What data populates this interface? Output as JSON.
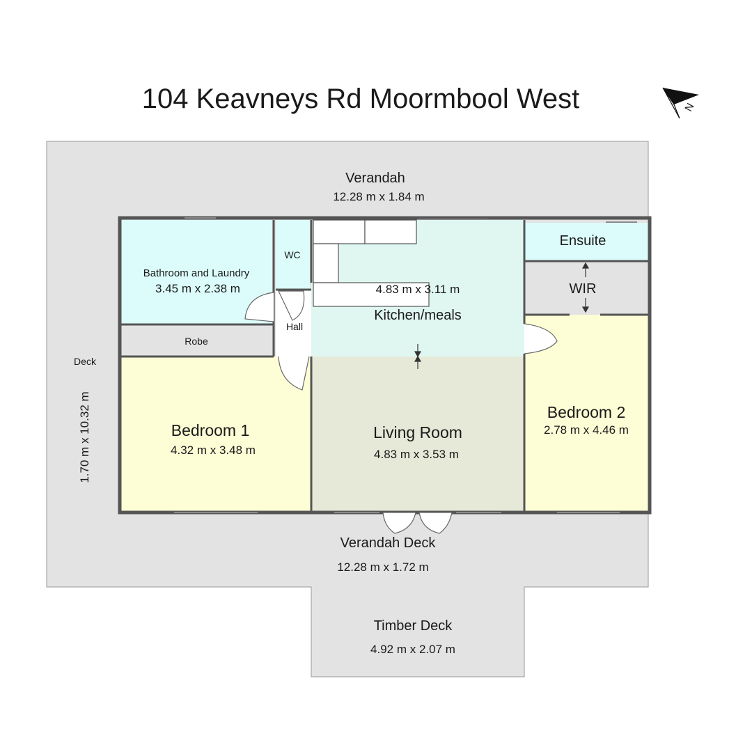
{
  "title": "104 Keavneys Rd Moormbool West",
  "compass": {
    "letter": "N",
    "icon": "north-arrow-icon"
  },
  "colors": {
    "outdoor": "#e3e3e3",
    "wet_area": "#dcfbfb",
    "kitchen": "#e0f6f0",
    "bedroom": "#fdfdd6",
    "living": "#e6e9d7",
    "storage": "#e3e3e3",
    "wall": "#555555"
  },
  "rooms": {
    "verandah": {
      "name": "Verandah",
      "dims": "12.28 m x 1.84 m"
    },
    "bathroom": {
      "name": "Bathroom and Laundry",
      "dims": "3.45 m x 2.38 m"
    },
    "wc": {
      "name": "WC"
    },
    "hall": {
      "name": "Hall"
    },
    "robe": {
      "name": "Robe"
    },
    "kitchen": {
      "name": "Kitchen/meals",
      "dims": "4.83 m x 3.11 m"
    },
    "ensuite": {
      "name": "Ensuite"
    },
    "wir": {
      "name": "WIR"
    },
    "deck": {
      "name": "Deck",
      "dims": "1.70 m x 10.32 m"
    },
    "bedroom1": {
      "name": "Bedroom 1",
      "dims": "4.32 m x 3.48 m"
    },
    "living": {
      "name": "Living Room",
      "dims": "4.83 m x 3.53 m"
    },
    "bedroom2": {
      "name": "Bedroom 2",
      "dims": "2.78 m x 4.46 m"
    },
    "verandah_deck": {
      "name": "Verandah Deck",
      "dims": "12.28 m x 1.72 m"
    },
    "timber_deck": {
      "name": "Timber Deck",
      "dims": "4.92 m x 2.07 m"
    }
  }
}
